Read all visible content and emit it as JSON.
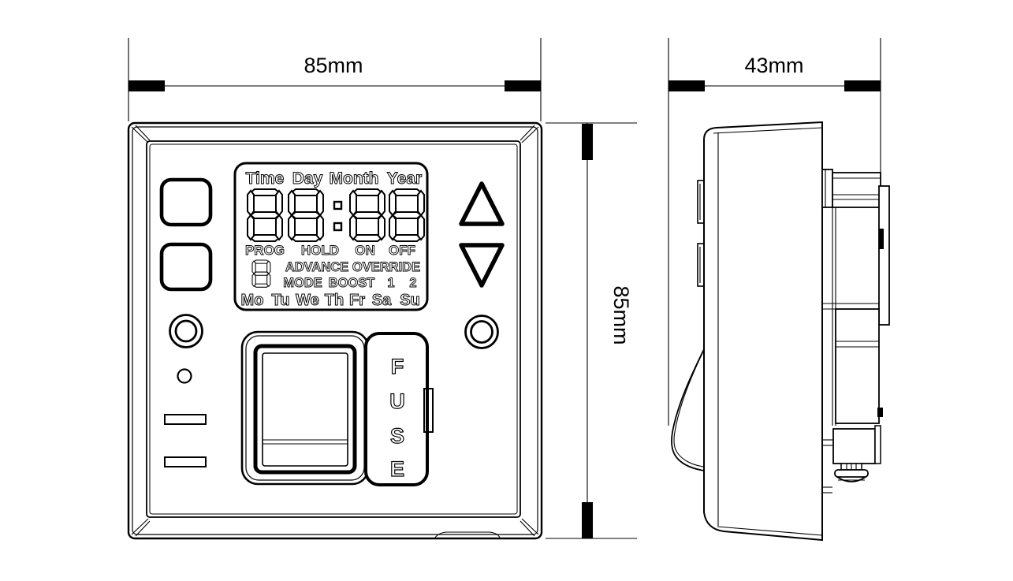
{
  "colors": {
    "line": "#000000",
    "background": "#ffffff"
  },
  "dimensions": {
    "front_width_label": "85mm",
    "front_height_label": "85mm",
    "side_depth_label": "43mm"
  },
  "display": {
    "header": [
      "Time",
      "Day",
      "Month",
      "Year"
    ],
    "digits_value": "88:88",
    "status_row": [
      "PROG",
      "HOLD",
      "ON",
      "OFF"
    ],
    "advance_row": [
      "ADVANCE",
      "OVERRIDE"
    ],
    "mode_row": [
      "MODE",
      "BOOST",
      "1",
      "2"
    ],
    "days": [
      "Mo",
      "Tu",
      "We",
      "Th",
      "Fr",
      "Sa",
      "Su"
    ]
  },
  "fuse": {
    "letters": [
      "F",
      "U",
      "S",
      "E"
    ]
  },
  "icons": {
    "up_arrow": "triangle-up-icon",
    "down_arrow": "triangle-down-icon",
    "led": "indicator-ring-icon"
  }
}
